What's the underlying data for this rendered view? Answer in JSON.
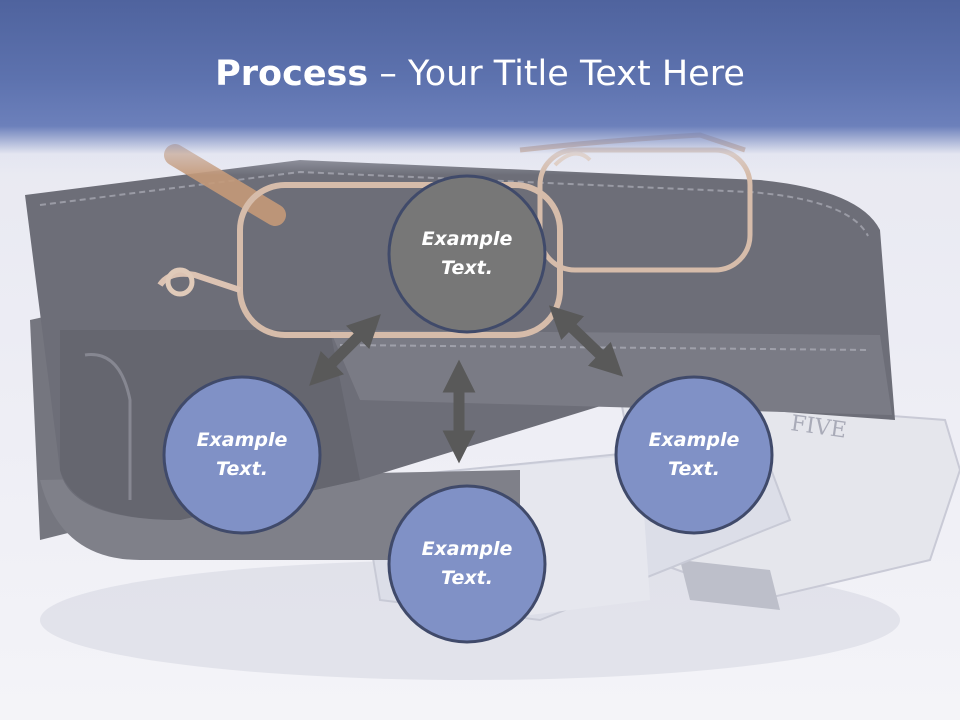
{
  "title": {
    "bold": "Process",
    "rest": " – Your Title Text Here"
  },
  "nodes": [
    {
      "label_line1": "Example",
      "label_line2": "Text.",
      "color": "#777777"
    },
    {
      "label_line1": "Example",
      "label_line2": "Text.",
      "color": "#8091c6"
    },
    {
      "label_line1": "Example",
      "label_line2": "Text.",
      "color": "#8091c6"
    },
    {
      "label_line1": "Example",
      "label_line2": "Text.",
      "color": "#8091c6"
    }
  ],
  "colors": {
    "title_band": "#5d72ae",
    "arrow": "#595959",
    "circle_border": "#404a6a"
  }
}
